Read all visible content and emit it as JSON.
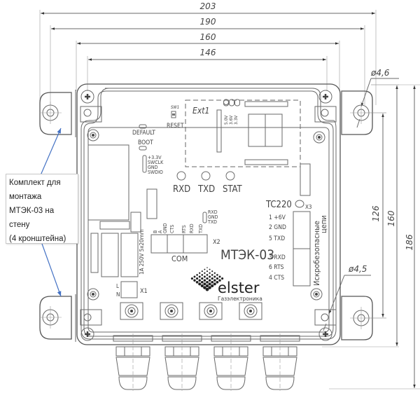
{
  "dimensions": {
    "width_203": "203",
    "width_190": "190",
    "width_160": "160",
    "width_146": "146",
    "hole_top": "ø4,6",
    "hole_bottom": "ø4,5",
    "height_126": "126",
    "height_160": "160",
    "height_186": "186"
  },
  "board": {
    "ext_label": "Ext1",
    "sw_label": "SW1",
    "reset_label": "RESET",
    "default_label": "DEFAULT",
    "boot_label": "BOOT",
    "swd_pins": [
      "+3.3V",
      "SWCLK",
      "GND",
      "SWDIO"
    ],
    "voltage_pins": [
      "5.0V",
      "3.6V",
      "3.3V"
    ],
    "leds": [
      "RXD",
      "TXD",
      "STAT"
    ],
    "tc_title": "TC220",
    "x3_label": "X3",
    "tc_pins": [
      "1 +6V",
      "2 GND",
      "5 TXD",
      "3 RXD",
      "6 RTS",
      "4 CTS"
    ],
    "intrinsic_safe_line1": "Искробезопасные",
    "intrinsic_safe_line2": "цепи",
    "uart_pins": [
      "RXD",
      "GND",
      "TXD"
    ],
    "com_pins": [
      "B",
      "A",
      "GND",
      "CTS",
      "RTS",
      "RXD",
      "TXD"
    ],
    "x2_label": "X2",
    "com_label": "COM",
    "fuse_label": "1A 250V 5x20mm",
    "x1_label": "X1",
    "l_label": "L",
    "n_label": "N",
    "model": "МТЭК-03",
    "brand": "elster",
    "brand_sub": "Газэлектроника"
  },
  "callout": {
    "lines": [
      "Комплект для",
      "монтажа",
      "МТЭК-03 на",
      "стену",
      "(4 кронштейна)"
    ],
    "arrow_color": "#4472c4"
  }
}
